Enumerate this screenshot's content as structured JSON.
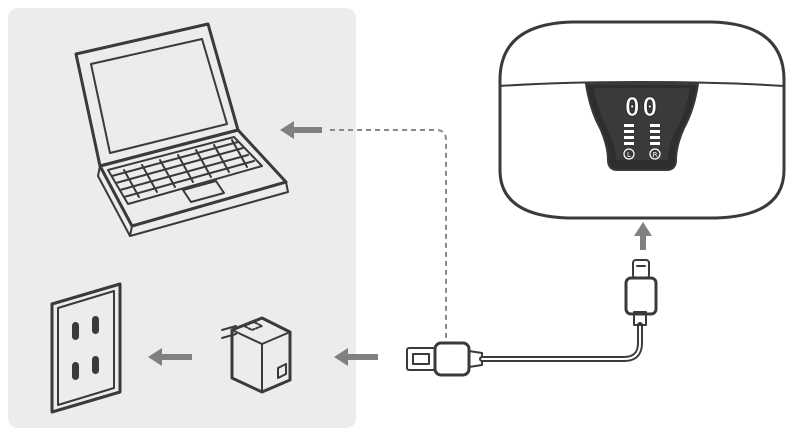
{
  "colors": {
    "panel_background": "#ececec",
    "line": "#3a3a3a",
    "arrow": "#808080",
    "dashed_line": "#8a8a8a",
    "case_display": "#2e2e2e"
  },
  "icons": [
    "laptop-icon",
    "wall-outlet-icon",
    "usb-power-adapter-icon",
    "usb-cable-icon",
    "usb-c-connector-icon",
    "earbuds-charging-case-icon",
    "arrow-left-icon",
    "arrow-up-icon"
  ],
  "case_display": {
    "digits": "00",
    "left_label": "L",
    "right_label": "R"
  }
}
